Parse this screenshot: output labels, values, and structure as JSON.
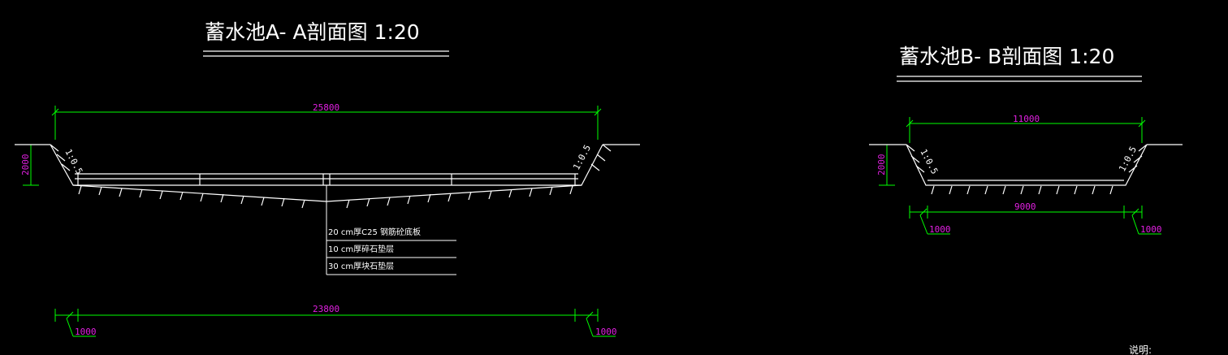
{
  "colors": {
    "background": "#000000",
    "line": "#ffffff",
    "dimension_line": "#00ff00",
    "dimension_text": "#e020e0"
  },
  "section_aa": {
    "title": "蓄水池A- A剖面图 1:20",
    "top_width": "25800",
    "bottom_width": "23800",
    "depth": "2000",
    "slope_left": "1:0.5",
    "slope_right": "1:0.5",
    "left_offset": "1000",
    "right_offset": "1000",
    "layers": [
      "20 cm厚C25 钢筋砼底板",
      "10 cm厚碎石垫层",
      "30 cm厚块石垫层"
    ]
  },
  "section_bb": {
    "title": "蓄水池B- B剖面图 1:20",
    "top_width": "11000",
    "bottom_width": "9000",
    "depth": "2000",
    "slope_left": "1:0.5",
    "slope_right": "1:0.5",
    "left_offset": "1000",
    "right_offset": "1000"
  },
  "note": "说明:"
}
